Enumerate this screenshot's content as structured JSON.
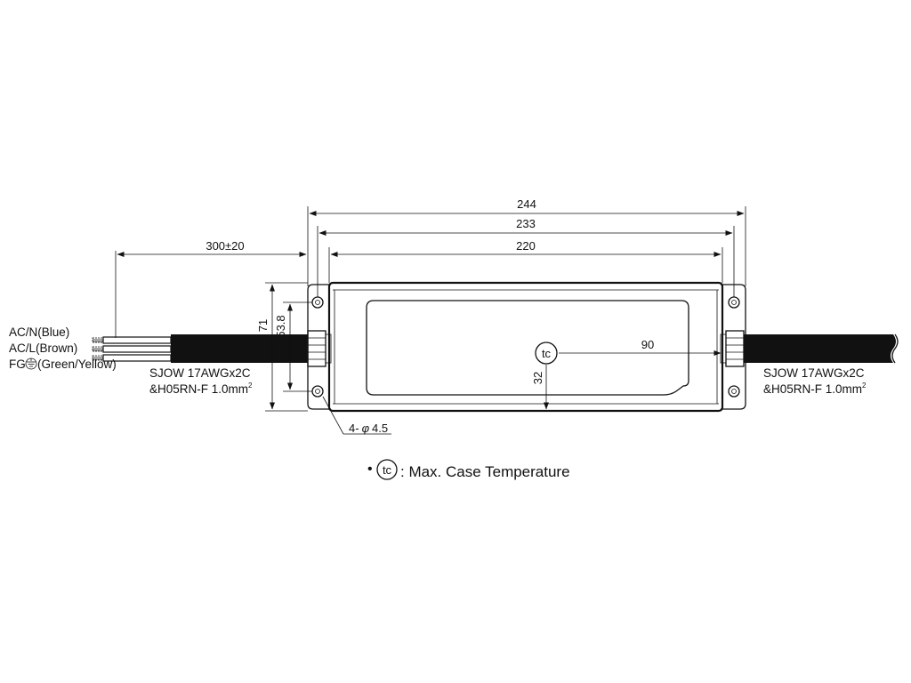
{
  "dimensions": {
    "overall_length": "244",
    "mount_pitch": "233",
    "case_length": "220",
    "cable_length": "300±20",
    "overall_height": "71",
    "mount_height": "53.8",
    "tc_x": "90",
    "tc_y": "32",
    "mount_holes": "4-",
    "hole_symbol": "φ",
    "hole_diameter": "4.5"
  },
  "input_wires": {
    "neutral": "AC/N(Blue)",
    "line": "AC/L(Brown)",
    "fg_prefix": "FG",
    "fg_suffix": "(Green/Yellow)"
  },
  "input_cable": {
    "line1": "SJOW 17AWGx2C",
    "line2": "&H05RN-F 1.0mm",
    "superscript": "2"
  },
  "output_cable": {
    "line1": "SJOW 17AWGx2C",
    "line2": "&H05RN-F 1.0mm",
    "superscript": "2"
  },
  "legend": {
    "bullet": "•",
    "symbol": "tc",
    "text": ": Max. Case Temperature"
  },
  "icons": {
    "ground": "ground-icon",
    "tc": "tc-marker-icon"
  },
  "colors": {
    "ink": "#111111",
    "background": "#ffffff"
  }
}
